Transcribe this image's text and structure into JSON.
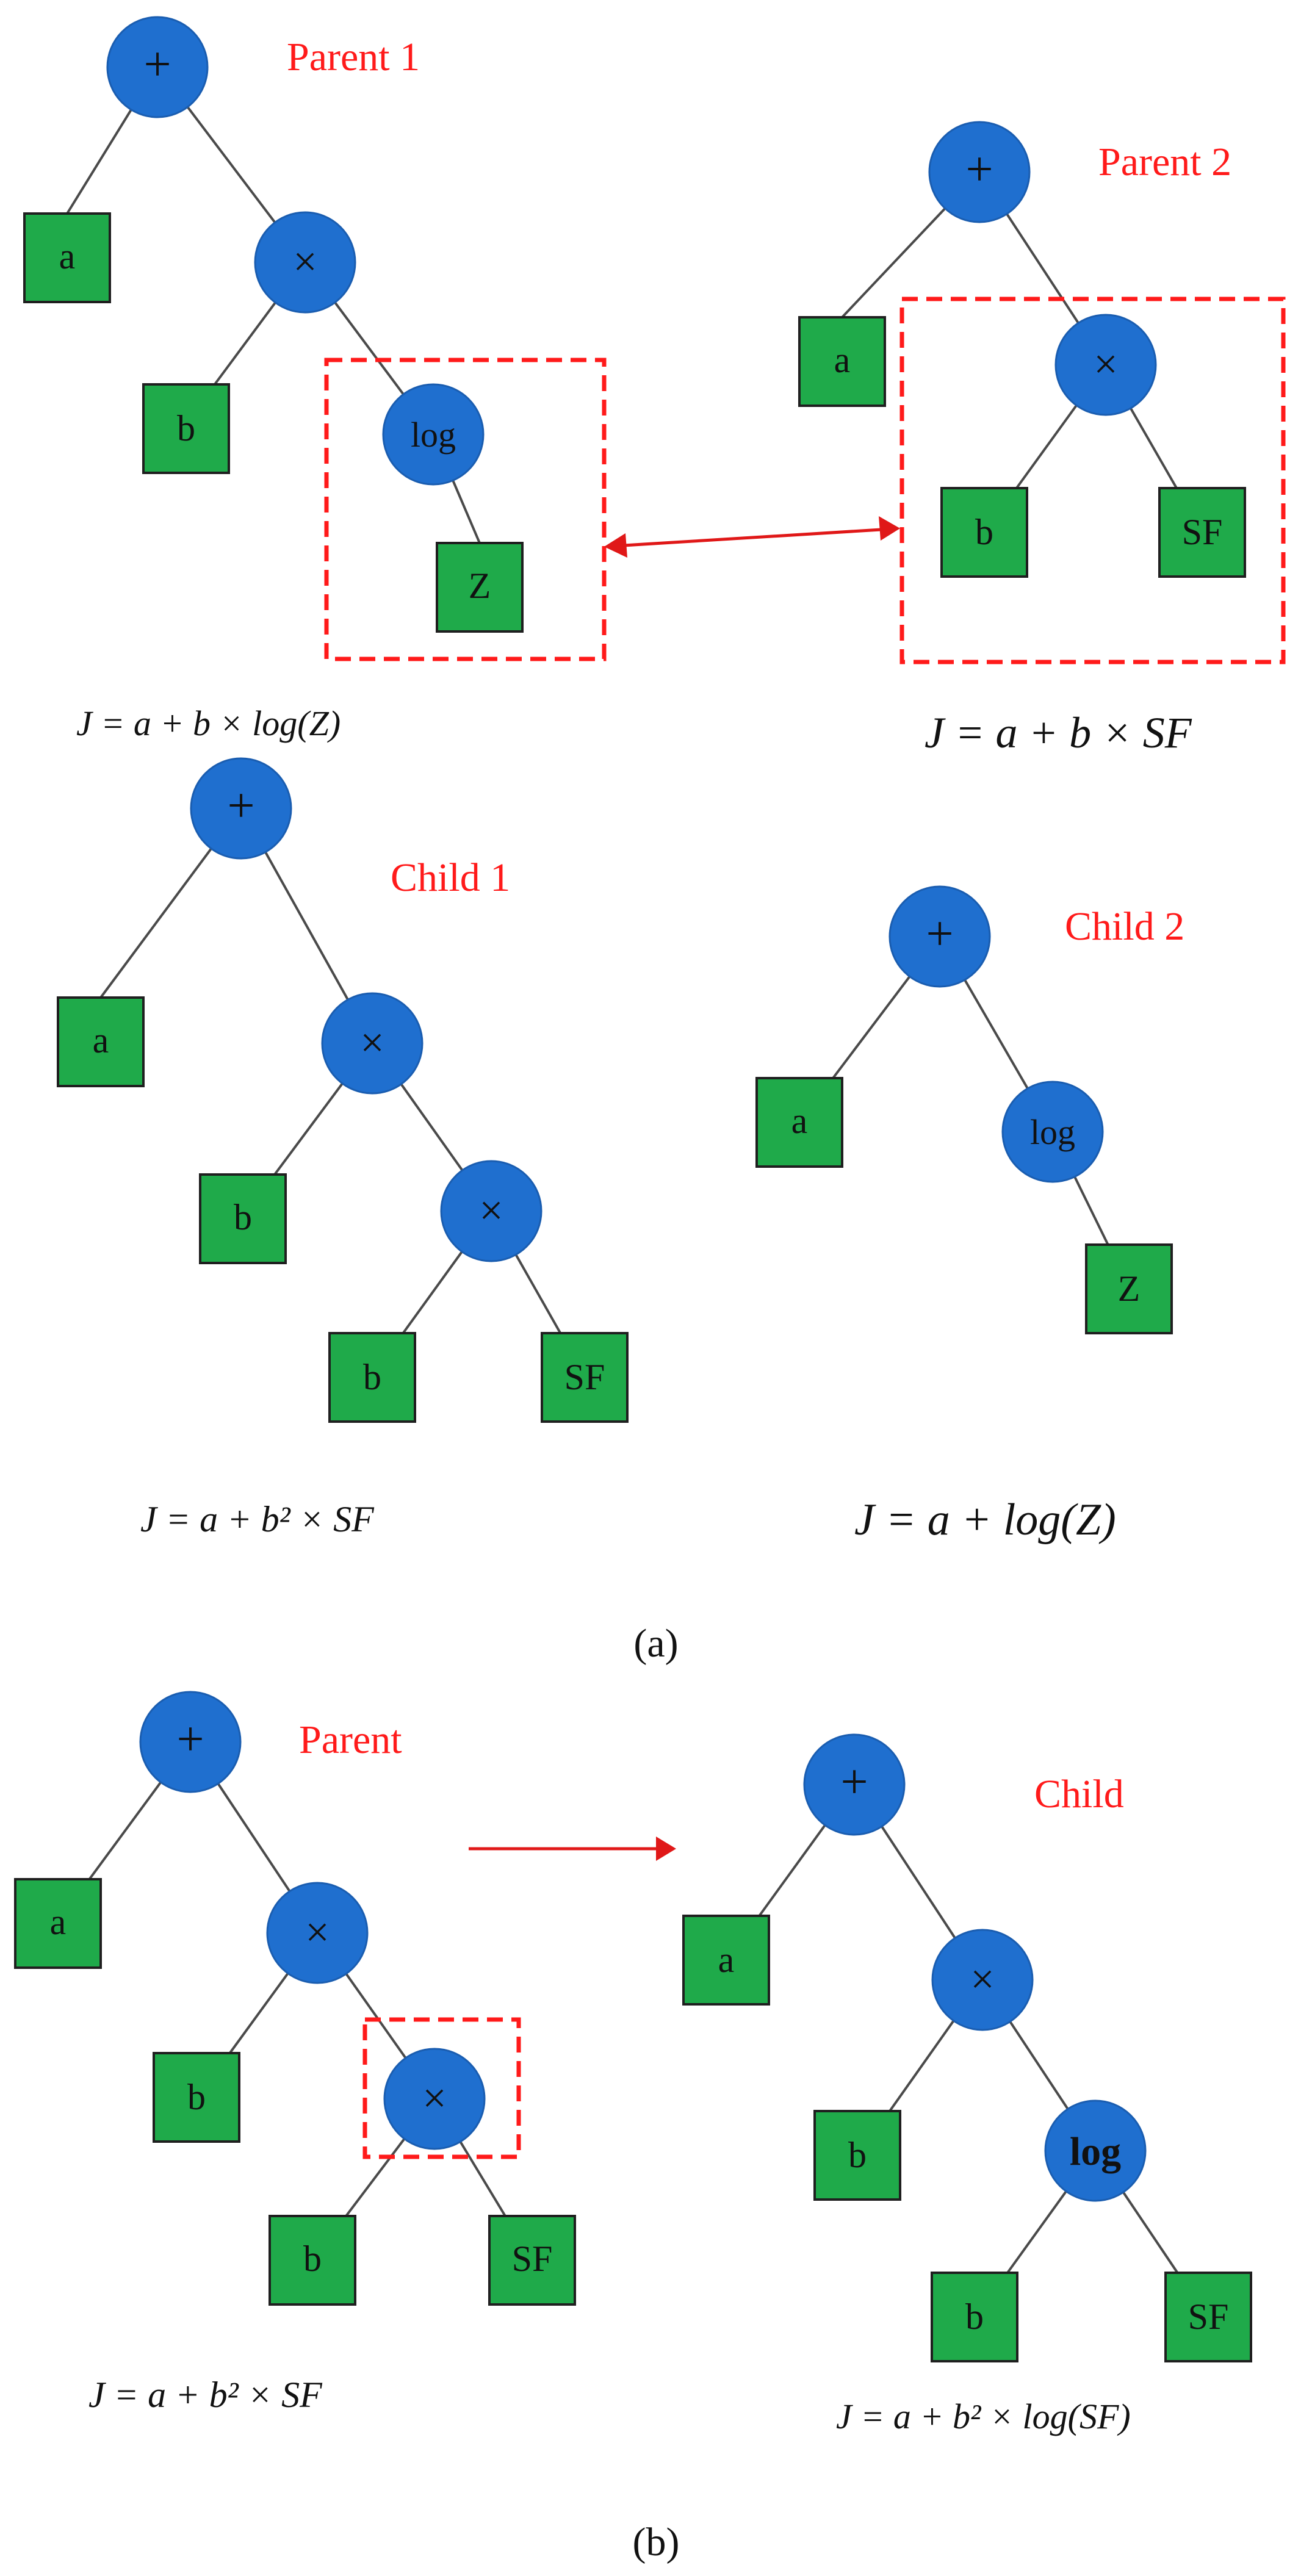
{
  "panel_a": {
    "parent1": {
      "title": "Parent 1",
      "nodes": {
        "root": "+",
        "a": "a",
        "times": "×",
        "b": "b",
        "log": "log",
        "z": "Z"
      },
      "equation": "J = a + b × log(Z)"
    },
    "parent2": {
      "title": "Parent 2",
      "nodes": {
        "root": "+",
        "a": "a",
        "times": "×",
        "b": "b",
        "sf": "SF"
      },
      "equation": "J = a + b × SF"
    },
    "child1": {
      "title": "Child 1",
      "nodes": {
        "root": "+",
        "a": "a",
        "times1": "×",
        "b1": "b",
        "times2": "×",
        "b2": "b",
        "sf": "SF"
      },
      "equation": "J = a + b² × SF"
    },
    "child2": {
      "title": "Child 2",
      "nodes": {
        "root": "+",
        "a": "a",
        "log": "log",
        "z": "Z"
      },
      "equation": "J = a + log(Z)"
    },
    "caption": "(a)"
  },
  "panel_b": {
    "parent": {
      "title": "Parent",
      "nodes": {
        "root": "+",
        "a": "a",
        "times1": "×",
        "b1": "b",
        "times2": "×",
        "b2": "b",
        "sf": "SF"
      },
      "equation": "J = a + b² × SF"
    },
    "child": {
      "title": "Child",
      "nodes": {
        "root": "+",
        "a": "a",
        "times": "×",
        "b1": "b",
        "log": "log",
        "b2": "b",
        "sf": "SF"
      },
      "equation": "J = a + b² × log(SF)"
    },
    "caption": "(b)"
  },
  "colors": {
    "function_node": "#1f6fcf",
    "terminal_node": "#1faa4a",
    "title_red": "#ff1a1a",
    "edge": "#4a4a4a"
  }
}
